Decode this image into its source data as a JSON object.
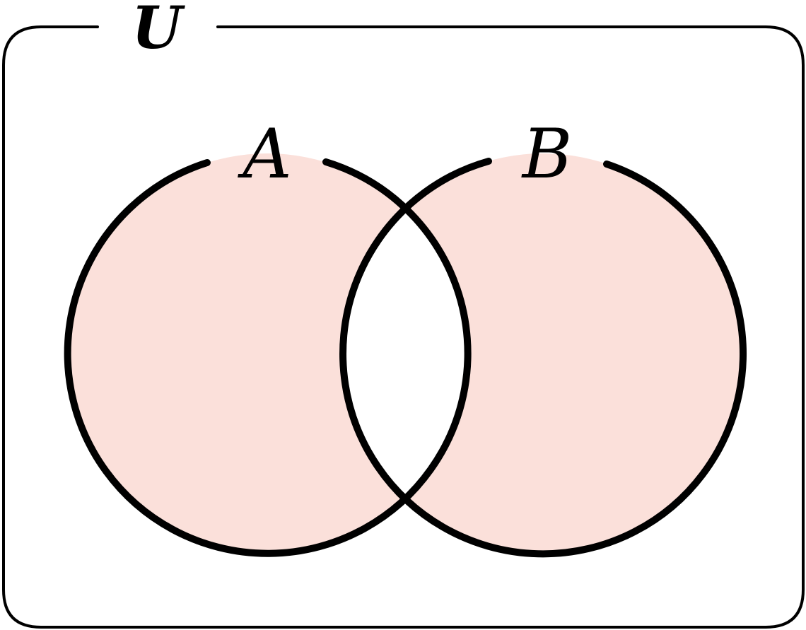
{
  "diagram": {
    "type": "venn",
    "universe_label": "U",
    "sets": [
      {
        "label": "A"
      },
      {
        "label": "B"
      }
    ],
    "shaded_region": "symmetric-difference",
    "colors": {
      "shade": "#fbe0da",
      "stroke": "#000000",
      "background": "#ffffff"
    }
  }
}
